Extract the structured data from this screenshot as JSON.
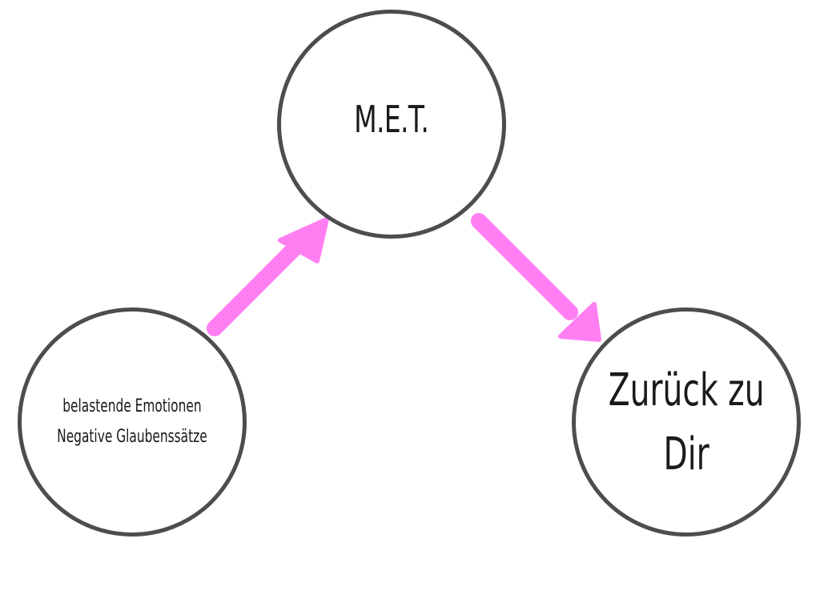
{
  "diagram": {
    "nodes": {
      "top": {
        "label": "M.E.T."
      },
      "left": {
        "line1": "belastende Emotionen",
        "line2": "Negative Glaubenssätze"
      },
      "right": {
        "line1": "Zurück zu",
        "line2": "Dir"
      }
    },
    "colors": {
      "circle_border": "#4d4d4d",
      "arrow": "#ff7ff2",
      "text": "#1a1a1a",
      "background": "#ffffff"
    }
  }
}
